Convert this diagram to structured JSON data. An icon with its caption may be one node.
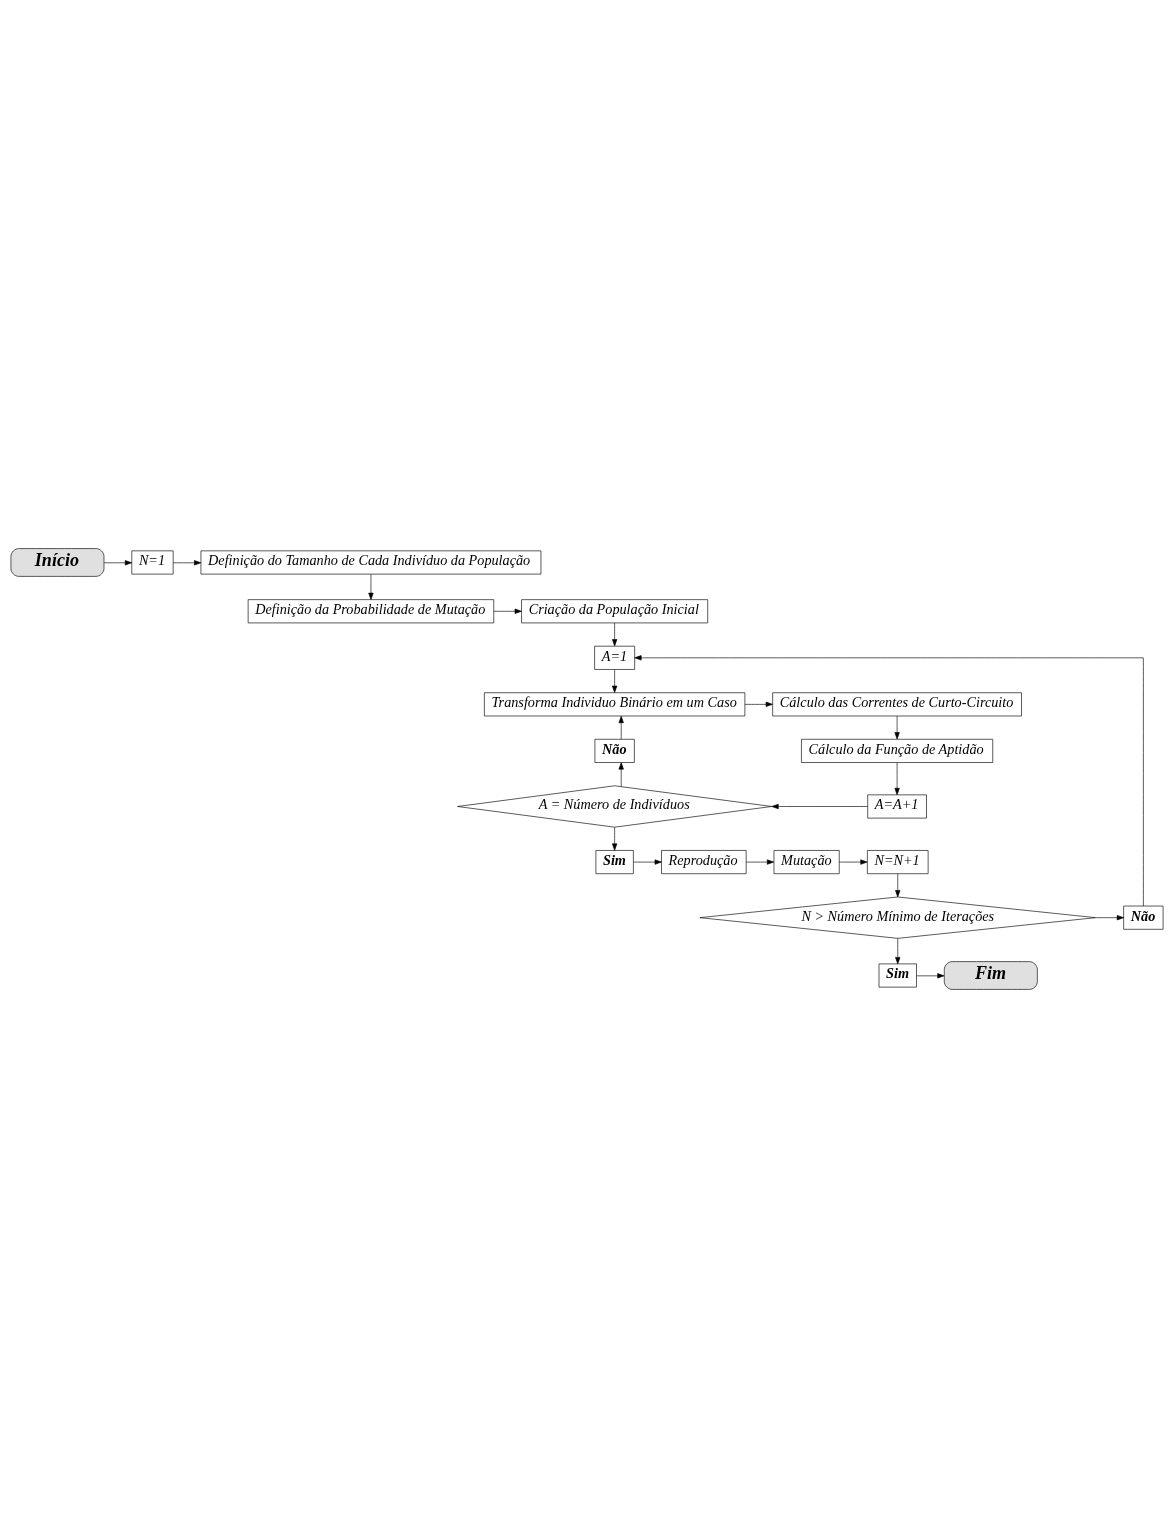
{
  "diagram": {
    "nodes": [
      {
        "text": [
          "Início"
        ]
      },
      {
        "text": [
          "N=1"
        ]
      },
      {
        "text": [
          "Definição do Tamanho de Cada Indivíduo da População"
        ]
      },
      {
        "text": [
          "Definição da Probabilidade de Mutação"
        ]
      },
      {
        "text": [
          "Criação da População Inicial"
        ]
      },
      {
        "text": [
          "A=1"
        ]
      },
      {
        "text": [
          "Transforma Individuo Binário em um Caso"
        ]
      },
      {
        "text": [
          "Cálculo das Correntes de Curto-Circuito"
        ]
      },
      {
        "text": [
          "Não"
        ]
      },
      {
        "text": [
          "Cálculo da Função de Aptidão"
        ]
      },
      {
        "text": [
          "A = Número de Indivíduos"
        ]
      },
      {
        "text": [
          "A=A+1"
        ]
      },
      {
        "text": [
          "Sim"
        ]
      },
      {
        "text": [
          "Reprodução"
        ]
      },
      {
        "text": [
          "Mutação"
        ]
      },
      {
        "text": [
          "N=N+1"
        ]
      },
      {
        "text": [
          "N > Número Mínimo de Iterações"
        ]
      },
      {
        "text": [
          "Não"
        ]
      },
      {
        "text": [
          "Sim"
        ]
      },
      {
        "text": [
          "Fim"
        ]
      }
    ],
    "edges": [
      {
        "from": 0,
        "to": 1,
        "arrow": "to"
      },
      {
        "from": 1,
        "to": 2,
        "arrow": "to"
      },
      {
        "from": 2,
        "to": 3,
        "arrow": "to"
      },
      {
        "from": 3,
        "to": 4,
        "arrow": "to"
      },
      {
        "from": 4,
        "to": 5,
        "arrow": "to"
      },
      {
        "from": 5,
        "to": 6,
        "arrow": "to"
      },
      {
        "from": 6,
        "to": 7,
        "arrow": "to"
      },
      {
        "from": 7,
        "to": 9,
        "arrow": "to"
      },
      {
        "from": 9,
        "to": 11,
        "arrow": "to"
      },
      {
        "from": 11,
        "to": 10,
        "arrow": "to"
      },
      {
        "from": 10,
        "to": 8,
        "arrow": "to"
      },
      {
        "from": 8,
        "to": 6,
        "arrow": "to"
      },
      {
        "from": 10,
        "to": 12,
        "arrow": "to"
      },
      {
        "from": 12,
        "to": 13,
        "arrow": "to"
      },
      {
        "from": 13,
        "to": 14,
        "arrow": "to"
      },
      {
        "from": 14,
        "to": 15,
        "arrow": "to"
      },
      {
        "from": 15,
        "to": 16,
        "arrow": "to"
      },
      {
        "from": 16,
        "to": 17,
        "arrow": "to"
      },
      {
        "from": 17,
        "to": 5,
        "arrow": "to"
      },
      {
        "from": 16,
        "to": 18,
        "arrow": "to"
      },
      {
        "from": 18,
        "to": 19,
        "arrow": "to"
      }
    ]
  }
}
